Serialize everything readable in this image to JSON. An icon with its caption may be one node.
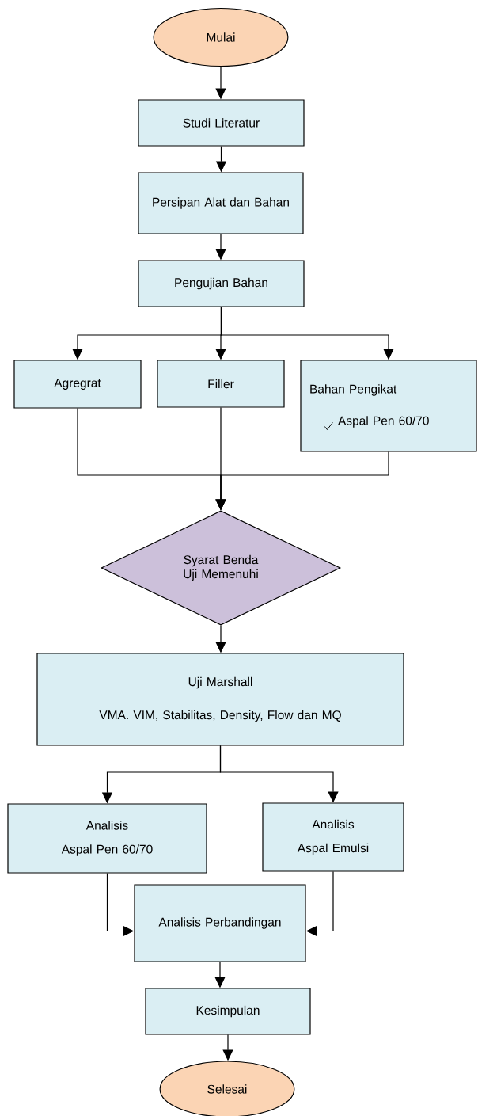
{
  "diagram": {
    "nodes": [
      {
        "text": [
          "Mulai"
        ]
      },
      {
        "text": [
          "Studi Literatur"
        ]
      },
      {
        "text": [
          "Persipan Alat dan Bahan"
        ]
      },
      {
        "text": [
          "Pengujian Bahan"
        ]
      },
      {
        "text": [
          "Agregrat"
        ]
      },
      {
        "text": [
          "Filler"
        ]
      },
      {
        "text": [
          "Bahan Pengikat",
          "Aspal Pen 60/70"
        ]
      },
      {
        "text": [
          "Syarat Benda Uji Memenuhi"
        ]
      },
      {
        "text": [
          "Uji Marshall",
          "VMA. VIM, Stabilitas, Density, Flow dan MQ"
        ]
      },
      {
        "text": [
          "Analisis",
          "Aspal Pen 60/70"
        ]
      },
      {
        "text": [
          "Analisis",
          "Aspal Emulsi"
        ]
      },
      {
        "text": [
          "Analisis Perbandingan"
        ]
      },
      {
        "text": [
          "Kesimpulan"
        ]
      },
      {
        "text": [
          "Selesai"
        ]
      }
    ],
    "edges": [
      {
        "from": 0,
        "to": 1,
        "arrow": "to"
      },
      {
        "from": 1,
        "to": 2,
        "arrow": "to"
      },
      {
        "from": 2,
        "to": 3,
        "arrow": "to"
      },
      {
        "from": 3,
        "to": 4,
        "arrow": "to"
      },
      {
        "from": 3,
        "to": 5,
        "arrow": "to"
      },
      {
        "from": 3,
        "to": 6,
        "arrow": "to"
      },
      {
        "from": 4,
        "to": 7,
        "arrow": "to"
      },
      {
        "from": 5,
        "to": 7,
        "arrow": "to"
      },
      {
        "from": 6,
        "to": 7,
        "arrow": "to"
      },
      {
        "from": 7,
        "to": 8,
        "arrow": "to"
      },
      {
        "from": 8,
        "to": 9,
        "arrow": "to"
      },
      {
        "from": 8,
        "to": 10,
        "arrow": "to"
      },
      {
        "from": 9,
        "to": 11,
        "arrow": "to"
      },
      {
        "from": 10,
        "to": 11,
        "arrow": "to"
      },
      {
        "from": 11,
        "to": 12,
        "arrow": "to"
      },
      {
        "from": 12,
        "to": 13,
        "arrow": "to"
      }
    ]
  }
}
